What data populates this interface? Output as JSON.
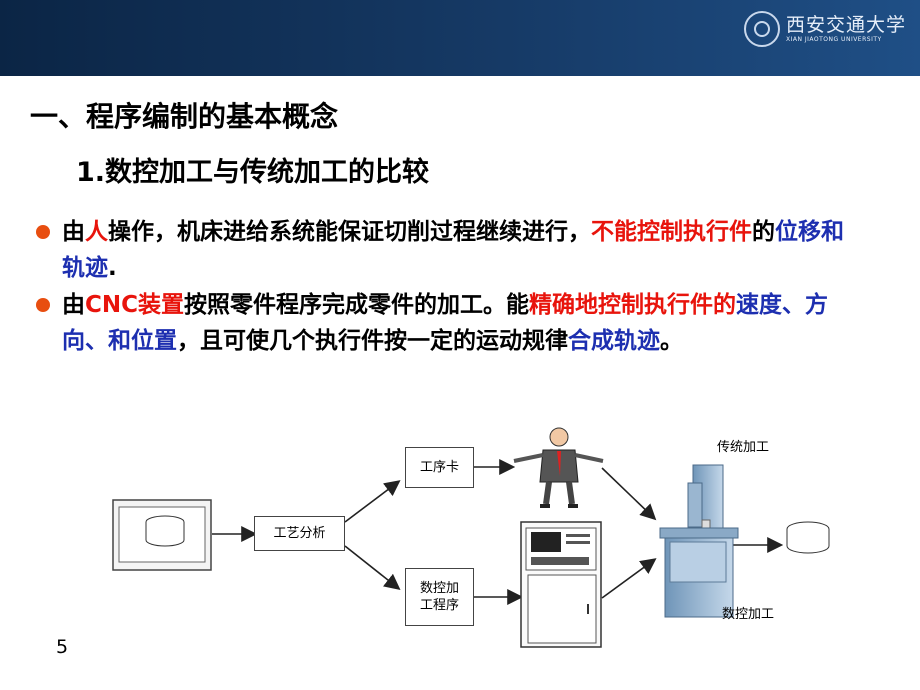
{
  "logo": {
    "name_cn": "西安交通大学",
    "name_en": "XIAN JIAOTONG UNIVERSITY"
  },
  "heading1": "一、程序编制的基本概念",
  "heading2": "1.数控加工与传统加工的比较",
  "bullet1": {
    "s1": "由",
    "s2": "人",
    "s3": "操作，机床进给系统能保证切削过程继续进行，",
    "s4": "不能控制执行件",
    "s5": "的",
    "s6": "位移和轨迹",
    "s7": "."
  },
  "bullet2": {
    "s1": "由",
    "s2": "CNC装置",
    "s3": "按照零件程序完成零件的加工。能",
    "s4": "精确地控制执行件的",
    "s5": "速度、方向、和位置",
    "s6": "，且可使几个执行件按一定的运动规律",
    "s7": "合成轨迹",
    "s8": "。"
  },
  "diagram": {
    "process_analysis": "工艺分析",
    "process_card": "工序卡",
    "nc_program": "数控加工程序",
    "traditional": "传统加工",
    "nc_machining": "数控加工"
  },
  "page_number": "5",
  "colors": {
    "header": "#163a66",
    "red": "#e8140c",
    "blue": "#1d2fb0",
    "bullet": "#e84e10"
  }
}
